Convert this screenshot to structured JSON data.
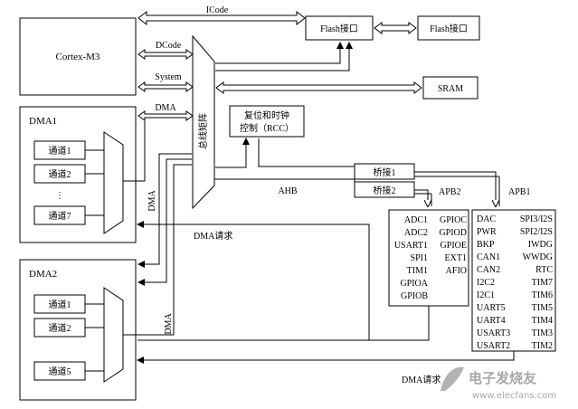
{
  "blocks": {
    "cortex": "Cortex-M3",
    "dma1": "DMA1",
    "dma2": "DMA2",
    "flash1": "Flash接口",
    "flash2": "Flash接口",
    "sram": "SRAM",
    "rcc_line1": "复位和时钟",
    "rcc_line2": "控制（RCC）",
    "bus_matrix": "总线矩阵",
    "bridge1": "桥接1",
    "bridge2": "桥接2"
  },
  "buses": {
    "icode": "ICode",
    "dcode": "DCode",
    "system": "System",
    "dma": "DMA",
    "ahb": "AHB",
    "apb1": "APB1",
    "apb2": "APB2",
    "dma_bus_v1": "DMA",
    "dma_bus_v2": "DMA",
    "dma_req1": "DMA请求",
    "dma_req2": "DMA请求"
  },
  "dma1_channels": [
    "通道1",
    "通道2",
    "⋮",
    "通道7"
  ],
  "dma2_channels": [
    "通道1",
    "通道2",
    "通道5"
  ],
  "apb2_left": [
    "ADC1",
    "ADC2",
    "USART1",
    "SPI1",
    "TIM1",
    "GPIOA",
    "GPIOB"
  ],
  "apb2_right": [
    "GPIOC",
    "GPIOD",
    "GPIOE",
    "EXT1",
    "AFIO"
  ],
  "apb1_left": [
    "DAC",
    "PWR",
    "BKP",
    "CAN1",
    "CAN2",
    "I2C2",
    "I2C1",
    "UART5",
    "UART4",
    "USART3",
    "USART2"
  ],
  "apb1_right": [
    "SPI3/I2S",
    "SPI2/I2S",
    "IWDG",
    "WWDG",
    "RTC",
    "TIM7",
    "TIM6",
    "TIM5",
    "TIM4",
    "TIM3",
    "TIM2"
  ],
  "watermark": {
    "cn": "电子发烧友",
    "url": "www.elecfans.com"
  }
}
